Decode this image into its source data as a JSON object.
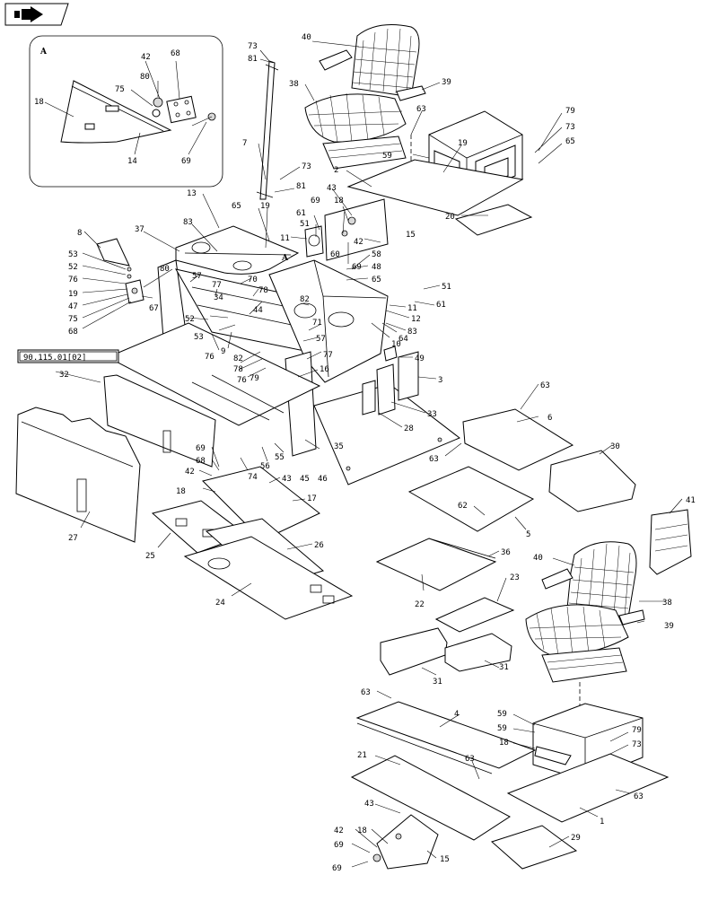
{
  "nav": {
    "icon": "next-page-arrow-icon"
  },
  "detail": {
    "label": "A"
  },
  "reference_box": {
    "label": "90.115.01[02]"
  },
  "callouts": [
    {
      "id": "c01",
      "text": "42"
    },
    {
      "id": "c02",
      "text": "68"
    },
    {
      "id": "c03",
      "text": "80"
    },
    {
      "id": "c04",
      "text": "75"
    },
    {
      "id": "c05",
      "text": "18"
    },
    {
      "id": "c06",
      "text": "14"
    },
    {
      "id": "c07",
      "text": "69"
    },
    {
      "id": "c08",
      "text": "73"
    },
    {
      "id": "c09",
      "text": "81"
    },
    {
      "id": "c10",
      "text": "40"
    },
    {
      "id": "c11",
      "text": "38"
    },
    {
      "id": "c12",
      "text": "39"
    },
    {
      "id": "c13",
      "text": "63"
    },
    {
      "id": "c14",
      "text": "79"
    },
    {
      "id": "c15",
      "text": "73"
    },
    {
      "id": "c16",
      "text": "65"
    },
    {
      "id": "c17",
      "text": "59"
    },
    {
      "id": "c18",
      "text": "19"
    },
    {
      "id": "c19",
      "text": "2"
    },
    {
      "id": "c20",
      "text": "7"
    },
    {
      "id": "c21",
      "text": "73"
    },
    {
      "id": "c22",
      "text": "81"
    },
    {
      "id": "c23",
      "text": "13"
    },
    {
      "id": "c24",
      "text": "65"
    },
    {
      "id": "c25",
      "text": "19"
    },
    {
      "id": "c26",
      "text": "20"
    },
    {
      "id": "c27",
      "text": "43"
    },
    {
      "id": "c28",
      "text": "69"
    },
    {
      "id": "c29",
      "text": "18"
    },
    {
      "id": "c30",
      "text": "61"
    },
    {
      "id": "c31",
      "text": "51"
    },
    {
      "id": "c32",
      "text": "11"
    },
    {
      "id": "c33",
      "text": "15"
    },
    {
      "id": "c34",
      "text": "42"
    },
    {
      "id": "c35",
      "text": "60"
    },
    {
      "id": "c36",
      "text": "69"
    },
    {
      "id": "c37",
      "text": "8"
    },
    {
      "id": "c38",
      "text": "37"
    },
    {
      "id": "c39",
      "text": "83"
    },
    {
      "id": "c40",
      "text": "A"
    },
    {
      "id": "c41",
      "text": "58"
    },
    {
      "id": "c42",
      "text": "48"
    },
    {
      "id": "c43",
      "text": "65"
    },
    {
      "id": "c44",
      "text": "51"
    },
    {
      "id": "c45",
      "text": "61"
    },
    {
      "id": "c46",
      "text": "11"
    },
    {
      "id": "c47",
      "text": "12"
    },
    {
      "id": "c48",
      "text": "83"
    },
    {
      "id": "c49",
      "text": "10"
    },
    {
      "id": "c50",
      "text": "53"
    },
    {
      "id": "c51",
      "text": "52"
    },
    {
      "id": "c52",
      "text": "76"
    },
    {
      "id": "c53",
      "text": "19"
    },
    {
      "id": "c54",
      "text": "47"
    },
    {
      "id": "c55",
      "text": "75"
    },
    {
      "id": "c56",
      "text": "68"
    },
    {
      "id": "c57",
      "text": "80"
    },
    {
      "id": "c58",
      "text": "67"
    },
    {
      "id": "c59",
      "text": "57"
    },
    {
      "id": "c60",
      "text": "70"
    },
    {
      "id": "c61",
      "text": "77"
    },
    {
      "id": "c62",
      "text": "34"
    },
    {
      "id": "c63",
      "text": "78"
    },
    {
      "id": "c64",
      "text": "44"
    },
    {
      "id": "c65",
      "text": "82"
    },
    {
      "id": "c66",
      "text": "52"
    },
    {
      "id": "c67",
      "text": "71"
    },
    {
      "id": "c68",
      "text": "53"
    },
    {
      "id": "c69",
      "text": "57"
    },
    {
      "id": "c70",
      "text": "64"
    },
    {
      "id": "c71",
      "text": "76"
    },
    {
      "id": "c72",
      "text": "9"
    },
    {
      "id": "c73",
      "text": "82"
    },
    {
      "id": "c74",
      "text": "77"
    },
    {
      "id": "c75",
      "text": "78"
    },
    {
      "id": "c76",
      "text": "76"
    },
    {
      "id": "c77",
      "text": "79"
    },
    {
      "id": "c78",
      "text": "16"
    },
    {
      "id": "c79",
      "text": "49"
    },
    {
      "id": "c80",
      "text": "3"
    },
    {
      "id": "c81",
      "text": "33"
    },
    {
      "id": "c82",
      "text": "28"
    },
    {
      "id": "c83",
      "text": "32"
    },
    {
      "id": "c84",
      "text": "69"
    },
    {
      "id": "c85",
      "text": "68"
    },
    {
      "id": "c86",
      "text": "42"
    },
    {
      "id": "c87",
      "text": "74"
    },
    {
      "id": "c88",
      "text": "56"
    },
    {
      "id": "c89",
      "text": "55"
    },
    {
      "id": "c90",
      "text": "35"
    },
    {
      "id": "c91",
      "text": "43"
    },
    {
      "id": "c92",
      "text": "45"
    },
    {
      "id": "c93",
      "text": "46"
    },
    {
      "id": "c94",
      "text": "18"
    },
    {
      "id": "c95",
      "text": "17"
    },
    {
      "id": "c96",
      "text": "27"
    },
    {
      "id": "c97",
      "text": "25"
    },
    {
      "id": "c98",
      "text": "26"
    },
    {
      "id": "c99",
      "text": "24"
    },
    {
      "id": "c100",
      "text": "63"
    },
    {
      "id": "c101",
      "text": "6"
    },
    {
      "id": "c102",
      "text": "63"
    },
    {
      "id": "c103",
      "text": "30"
    },
    {
      "id": "c104",
      "text": "62"
    },
    {
      "id": "c105",
      "text": "5"
    },
    {
      "id": "c106",
      "text": "41"
    },
    {
      "id": "c107",
      "text": "40"
    },
    {
      "id": "c108",
      "text": "38"
    },
    {
      "id": "c109",
      "text": "39"
    },
    {
      "id": "c110",
      "text": "36"
    },
    {
      "id": "c111",
      "text": "22"
    },
    {
      "id": "c112",
      "text": "23"
    },
    {
      "id": "c113",
      "text": "31"
    },
    {
      "id": "c114",
      "text": "31"
    },
    {
      "id": "c115",
      "text": "63"
    },
    {
      "id": "c116",
      "text": "4"
    },
    {
      "id": "c117",
      "text": "59"
    },
    {
      "id": "c118",
      "text": "59"
    },
    {
      "id": "c119",
      "text": "79"
    },
    {
      "id": "c120",
      "text": "18"
    },
    {
      "id": "c121",
      "text": "73"
    },
    {
      "id": "c122",
      "text": "63"
    },
    {
      "id": "c123",
      "text": "63"
    },
    {
      "id": "c124",
      "text": "21"
    },
    {
      "id": "c125",
      "text": "1"
    },
    {
      "id": "c126",
      "text": "43"
    },
    {
      "id": "c127",
      "text": "42"
    },
    {
      "id": "c128",
      "text": "18"
    },
    {
      "id": "c129",
      "text": "69"
    },
    {
      "id": "c130",
      "text": "15"
    },
    {
      "id": "c131",
      "text": "69"
    },
    {
      "id": "c132",
      "text": "29"
    }
  ]
}
